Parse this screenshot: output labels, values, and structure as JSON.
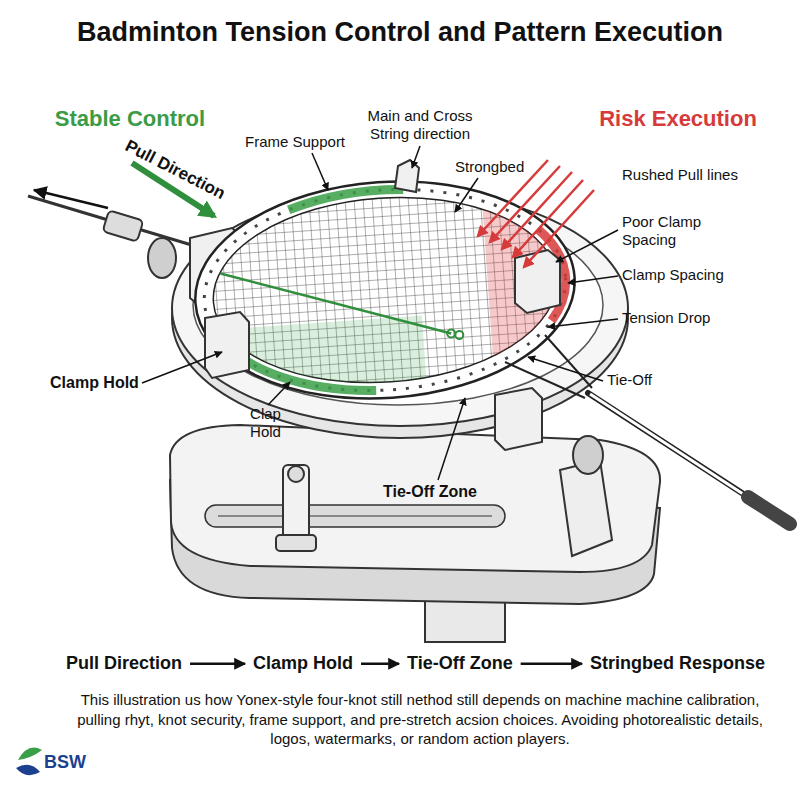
{
  "diagram": {
    "title": "Badminton Tension Control and Pattern Execution",
    "caption": "This illustration us how Yonex-style four-knot still nethod still depends on machine machine calibration, pulling rhyt, knot security, frame support, and pre-stretch acsion choices. Avoiding photorealistic details, logos, watermarks, or random action players.",
    "nodes": [
      {
        "text": [
          "Pull Direction"
        ]
      },
      {
        "text": [
          "Clamp Hold"
        ]
      },
      {
        "text": [
          "Tie-Off Zone"
        ]
      },
      {
        "text": [
          "Stringbed Response"
        ]
      }
    ],
    "edges": [
      {
        "from": 0,
        "to": 1,
        "arrow": "to"
      },
      {
        "from": 1,
        "to": 2,
        "arrow": "to"
      },
      {
        "from": 2,
        "to": 3,
        "arrow": "to"
      }
    ],
    "labels": [
      "Stable Control",
      "Pull Direction",
      "Frame Support",
      "Main and Cross String direction",
      "Strongbed",
      "Risk Execution",
      "Rushed Pull lines",
      "Poor Clamp Spacing",
      "Clamp Spacing",
      "Tension Drop",
      "Clamp Hold",
      "Tie-Off",
      "Clap Hold",
      "Tie-Off Zone",
      "BSW"
    ]
  }
}
